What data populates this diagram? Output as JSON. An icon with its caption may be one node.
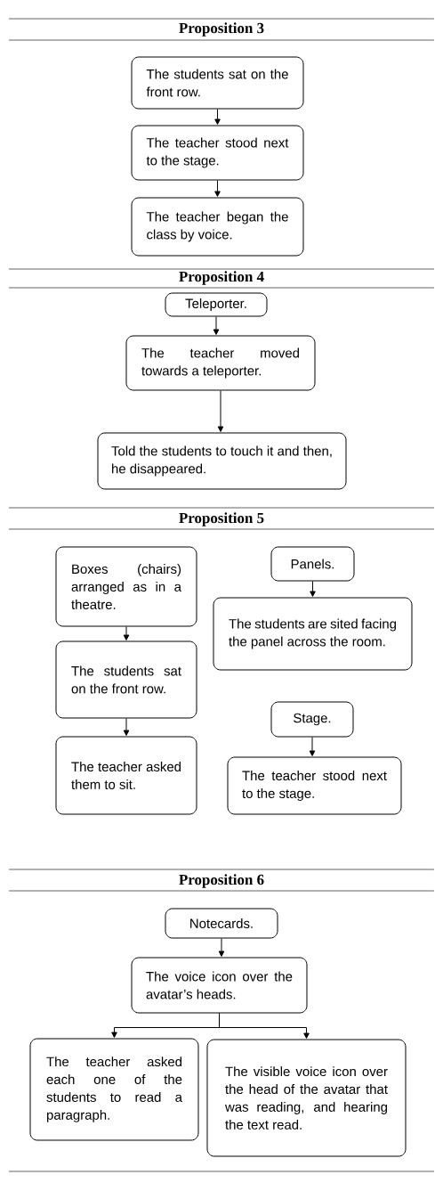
{
  "diagram": {
    "nodes": [
      {
        "text": [
          "The students sat on the front row."
        ]
      },
      {
        "text": [
          "The teacher stood next to the stage."
        ]
      },
      {
        "text": [
          "The teacher began the class by voice."
        ]
      },
      {
        "text": [
          "Teleporter."
        ]
      },
      {
        "text": [
          "The teacher moved towards a teleporter."
        ]
      },
      {
        "text": [
          "Told the students to touch it and then, he disappeared."
        ]
      },
      {
        "text": [
          "Boxes (chairs) arranged as in a theatre."
        ]
      },
      {
        "text": [
          "The students sat on the front row."
        ]
      },
      {
        "text": [
          "The teacher asked them to sit."
        ]
      },
      {
        "text": [
          "Panels."
        ]
      },
      {
        "text": [
          "The students are sited facing the panel across the room."
        ]
      },
      {
        "text": [
          "Stage."
        ]
      },
      {
        "text": [
          "The teacher stood next to the stage."
        ]
      },
      {
        "text": [
          "Notecards."
        ]
      },
      {
        "text": [
          "The voice icon over the avatar’s heads."
        ]
      },
      {
        "text": [
          "The teacher asked each one of the students to read a paragraph."
        ]
      },
      {
        "text": [
          "The visible voice icon over the head of the avatar that was reading, and hearing the text read."
        ]
      }
    ],
    "edges": [
      {
        "from": 0,
        "to": 1,
        "arrow": "to"
      },
      {
        "from": 1,
        "to": 2,
        "arrow": "to"
      },
      {
        "from": 3,
        "to": 4,
        "arrow": "to"
      },
      {
        "from": 4,
        "to": 5,
        "arrow": "to"
      },
      {
        "from": 6,
        "to": 7,
        "arrow": "to"
      },
      {
        "from": 7,
        "to": 8,
        "arrow": "to"
      },
      {
        "from": 9,
        "to": 10,
        "arrow": "to"
      },
      {
        "from": 11,
        "to": 12,
        "arrow": "to"
      },
      {
        "from": 13,
        "to": 14,
        "arrow": "to"
      },
      {
        "from": 14,
        "to": 15,
        "arrow": "to"
      },
      {
        "from": 14,
        "to": 16,
        "arrow": "to"
      }
    ],
    "labels": [
      "Proposition 3",
      "Proposition 4",
      "Proposition 5",
      "Proposition 6"
    ]
  }
}
